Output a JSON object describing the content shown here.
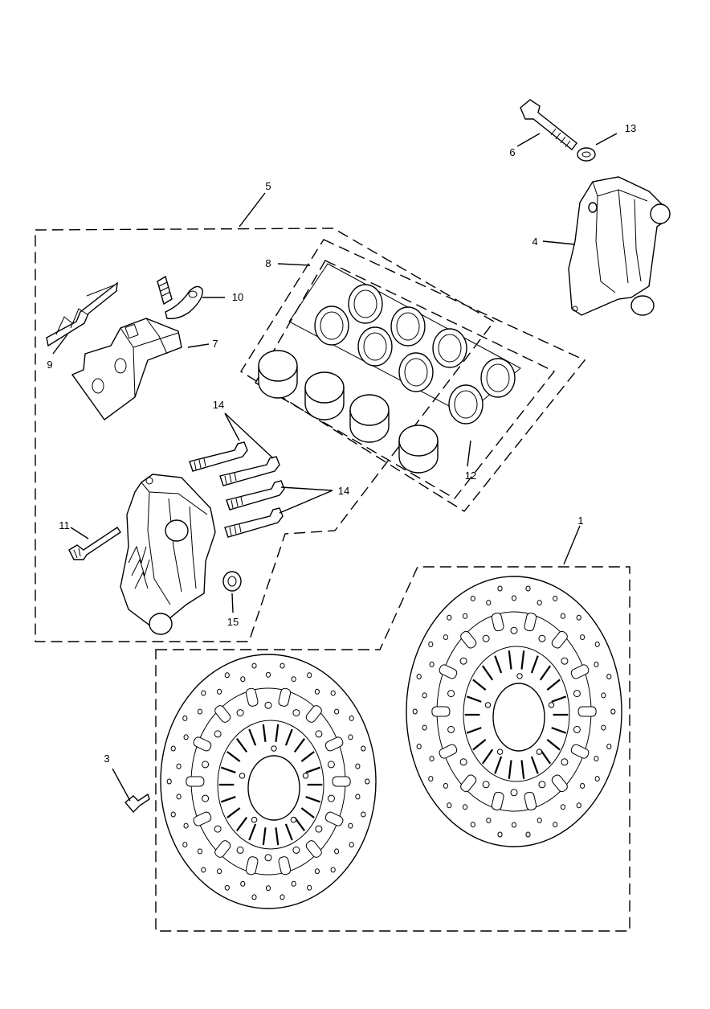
{
  "diagram": {
    "callouts": {
      "c1": "1",
      "c3": "3",
      "c4": "4",
      "c5": "5",
      "c6": "6",
      "c7": "7",
      "c8": "8",
      "c9": "9",
      "c10": "10",
      "c11": "11",
      "c12": "12",
      "c13": "13",
      "c14a": "14",
      "c14b": "14",
      "c15": "15"
    },
    "parts": [
      "brake-disc-left",
      "brake-disc-right",
      "disc-bolt",
      "caliper-right",
      "caliper-left",
      "caliper-pin-bolt",
      "washer",
      "pad-retaining-plate",
      "anti-rattle-spring",
      "bleed-nipple",
      "seal-kit",
      "pistons",
      "caliper-bolts",
      "slide-pin",
      "spacer-washer"
    ],
    "line_color": "#000000",
    "background": "#ffffff"
  }
}
